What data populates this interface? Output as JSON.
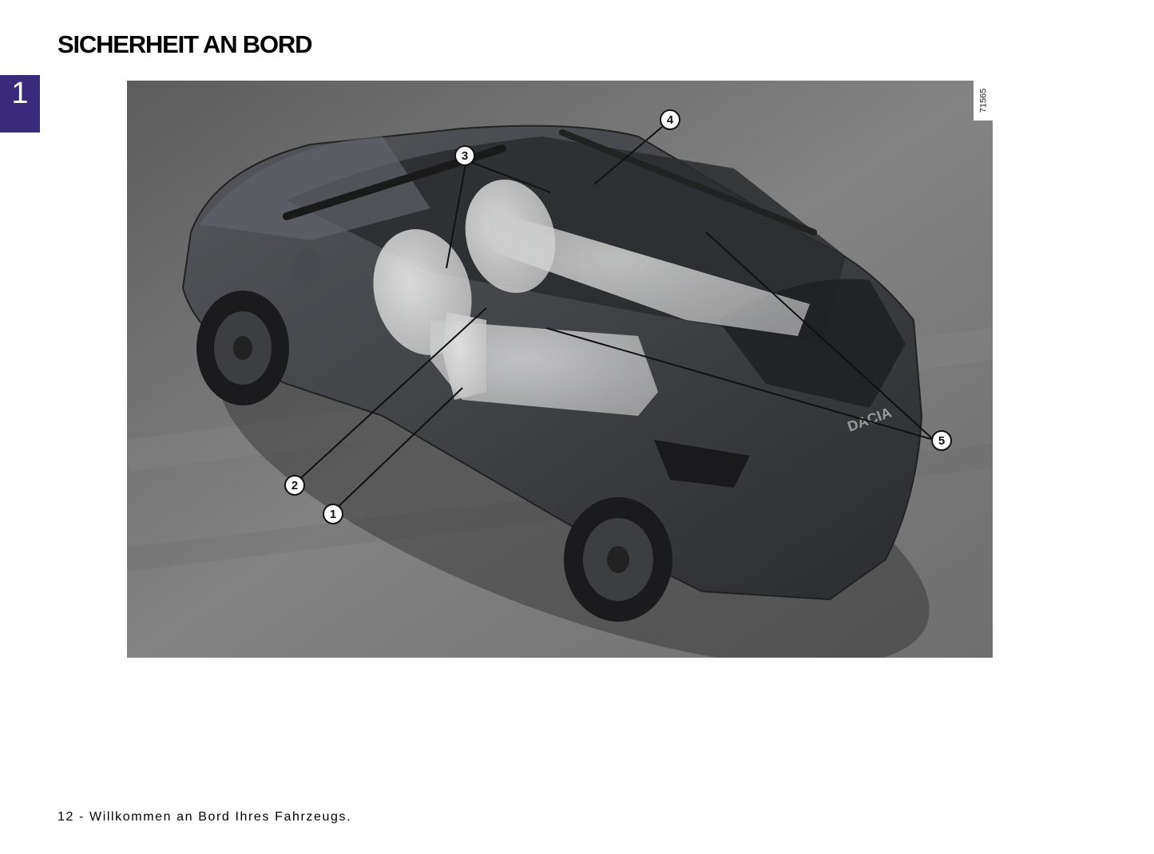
{
  "header": {
    "title": "SICHERHEIT AN BORD"
  },
  "chapter": {
    "number": "1",
    "color": "#3a2a7a"
  },
  "figure": {
    "reference": "71565",
    "callouts": [
      "1",
      "2",
      "3",
      "4",
      "5"
    ],
    "brand_lettering": "DACIA"
  },
  "footer": {
    "text": "12 - Willkommen an Bord Ihres Fahrzeugs."
  }
}
